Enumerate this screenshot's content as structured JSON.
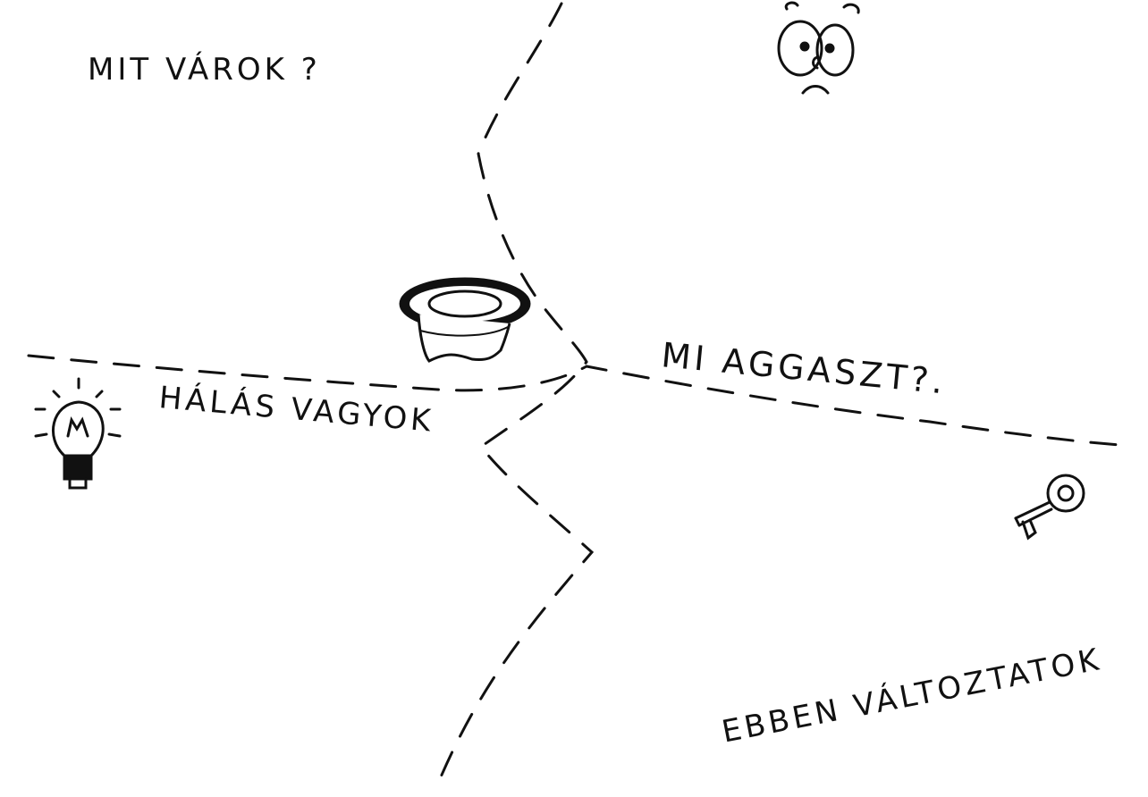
{
  "quadrants": {
    "expects": {
      "label": "MIT VÁROK ?"
    },
    "worries": {
      "label": "MI AGGASZT?."
    },
    "grateful": {
      "label": "HÁLÁS VAGYOK"
    },
    "change": {
      "label": "EBBEN VÁLTOZTATOK"
    }
  },
  "icons": [
    "worried-face-icon",
    "hat-icon",
    "lightbulb-icon",
    "key-icon"
  ],
  "colors": {
    "ink": "#111111",
    "paper": "#ffffff"
  }
}
